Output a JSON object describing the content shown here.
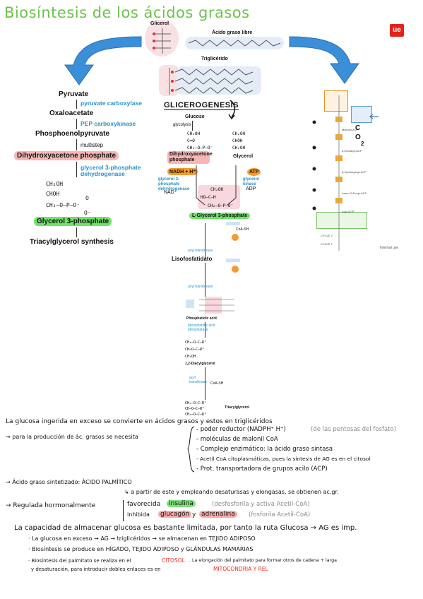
{
  "title": "Biosíntesis de los ácidos grasos",
  "logo": "ue",
  "top_figure": {
    "glycerol": "Glicerol",
    "fatty_acid": "Ácido graso libre",
    "triglyceride": "Triglicérido"
  },
  "left_pathway": {
    "pyruvate": "Pyruvate",
    "enzyme1": "pyruvate carboxylase",
    "oxaloacetate": "Oxaloacetate",
    "enzyme2": "PEP carboxykinase",
    "pep": "Phosphoenolpyruvate",
    "multistep": "multistep",
    "dhap": "Dihydroxyacetone phosphate",
    "enzyme3a": "glycerol 3-phosphate",
    "enzyme3b": "dehydrogenase",
    "struct1": "CH₂OH",
    "struct2": "CHOH",
    "struct3": "CH₂—O—P—O⁻",
    "struct_o_top": "O",
    "struct_o_bottom": "O⁻",
    "g3p": "Glycerol 3-phosphate",
    "final": "Triacylglycerol synthesis"
  },
  "middle_pathway": {
    "heading": "GLICEROGENESIS",
    "glucose": "Glucose",
    "glycolysis": "glycolysis",
    "dhap": "Dihydroxyacetone phosphate",
    "glycerol": "Glycerol",
    "nadh": "NADH + H⁺",
    "nad": "NAD⁺",
    "atp": "ATP",
    "adp": "ADP",
    "enzyme_left": "glycerol 3-phosphate dehydrogenase",
    "enzyme_right": "glycerol kinase",
    "g3p": "L-Glycerol 3-phosphate",
    "acyl1": "acyl transferase",
    "coa_sh": "CoA-SH",
    "lisofosfatidato": "Lisofosfatidato",
    "acyl2": "acyl transferase",
    "phosphatidic_acid": "Phosphatidic acid",
    "phosphatase": "phosphatidic acid phosphatase",
    "diacylglycerol": "1,2-Diacylglycerol",
    "acyl3": "acyl transferase",
    "triacylglycerol": "Triacylglycerol"
  },
  "right_figure": {
    "c": "C",
    "o": "O",
    "two": "2",
    "internal": "Internal use"
  },
  "notes": {
    "line1": "La glucosa ingerida en exceso se convierte en ácidos grasos y estos en triglicéridos",
    "line2": "→ para la producción de ác. grasos se necesita",
    "bullet1": "- poder reductor (NADPH⁺ H⁺)",
    "bullet1_grey": "(de las pentosas del fosfato)",
    "bullet2": "- moléculas de malonil CoA",
    "bullet3": "- Complejo enzimático: la ácido graso sintasa",
    "bullet4": "- Acetil CoA citoplasmáticas, pues la síntesis de AG es en el citosol",
    "bullet5": "- Prot. transportadora de grupos acilo (ACP)",
    "line3": "→ Ácido graso sintetizado: ÁCIDO PALMÍTICO",
    "line4": "↳ a partir de este y empleando desaturasas y elongasas, se obtienen ac.gr.",
    "line5": "→ Regulada hormonalmente",
    "favorecida": "favorecida",
    "insulina": "insulina",
    "fav_grey": "(desfosforila y activa Acetil-CoA)",
    "inhibida": "inhibida",
    "glucagon": "glucagón",
    "y": "y",
    "adrenalina": "adrenalina",
    "inh_grey": "(fosforila Acetil-CoA)",
    "line6": "La capacidad de almacenar glucosa es bastante limitada, por tanto la ruta Glucosa → AG es imp.",
    "line7": "· La glucosa en exceso → AG → triglicéridos → se almacenan en TEJIDO ADIPOSO",
    "line8": "· Biosíntesis se produce en HÍGADO, TEJIDO ADIPOSO y GLÁNDULAS MAMARIAS",
    "line9a": "· Biosíntesis del palmitato se realiza en el",
    "citosol": "CITOSOL",
    "line9b": ". La elongación del palmitato para formar otros de cadena + larga",
    "line10": "y desaturación, para introducir dobles enlaces es en",
    "mito": "MITOCONDRIA Y REL"
  },
  "colors": {
    "title": "#6cc24a",
    "arrow": "#3b8fd8",
    "enzyme": "#2a8fc8",
    "pink": "#f6b7b4",
    "green": "#6fe26a",
    "red": "#e0302a",
    "logo": "#e2231a"
  }
}
